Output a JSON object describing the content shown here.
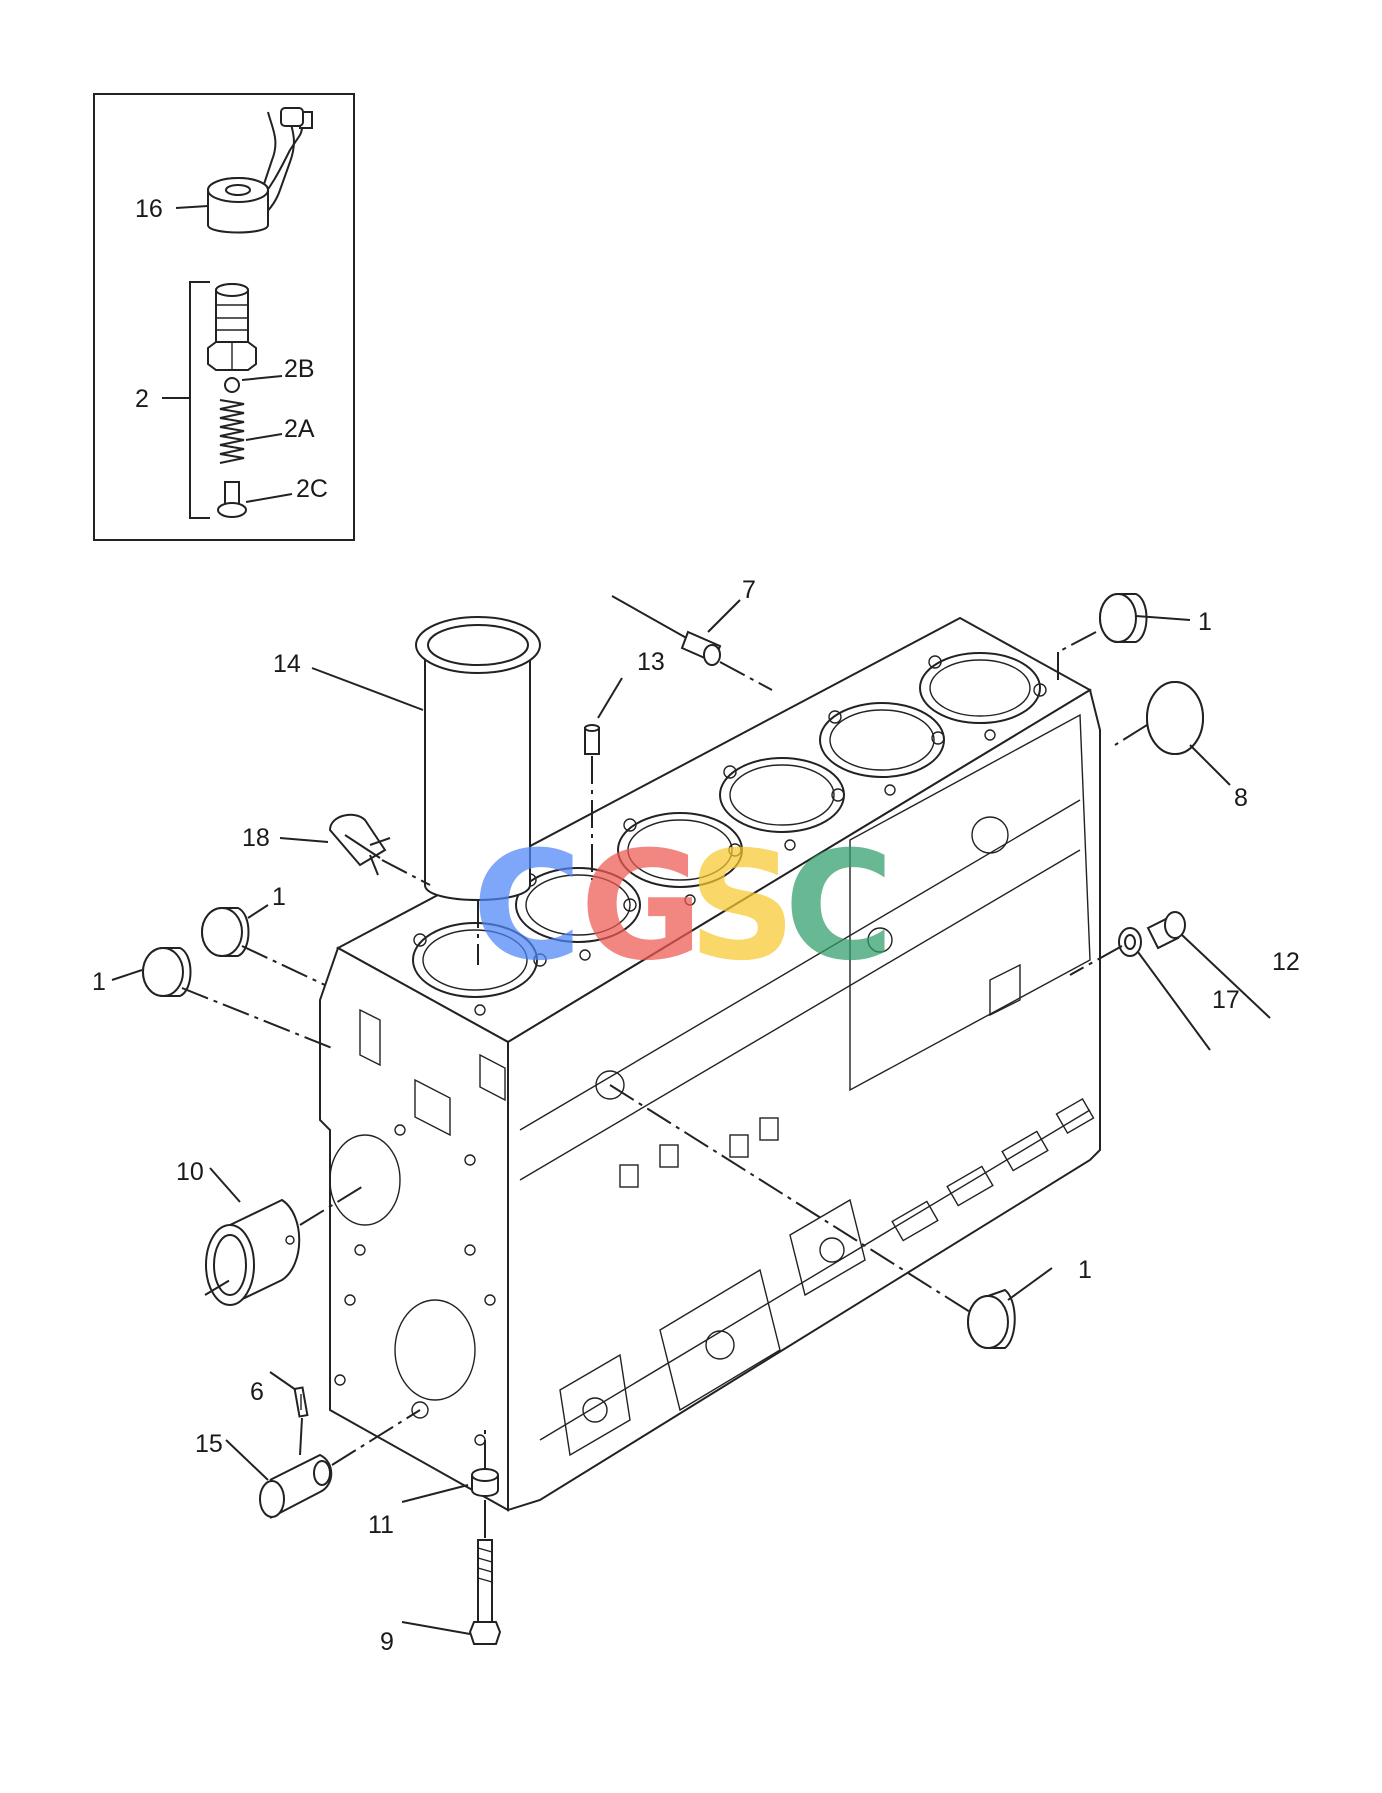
{
  "labels": {
    "l16": "16",
    "l2": "2",
    "l2B": "2B",
    "l2A": "2A",
    "l2C": "2C",
    "l7": "7",
    "l13": "13",
    "l14": "14",
    "l1_top": "1",
    "l8": "8",
    "l18": "18",
    "l1_left_a": "1",
    "l1_left_b": "1",
    "l12": "12",
    "l17": "17",
    "l10": "10",
    "l1_right": "1",
    "l6": "6",
    "l15": "15",
    "l11": "11",
    "l9": "9"
  },
  "watermark": {
    "letters": [
      "C",
      "G",
      "S",
      "C"
    ],
    "colors": [
      "#4f86f7",
      "#ee5a52",
      "#f7c82f",
      "#2e9e6a"
    ]
  }
}
